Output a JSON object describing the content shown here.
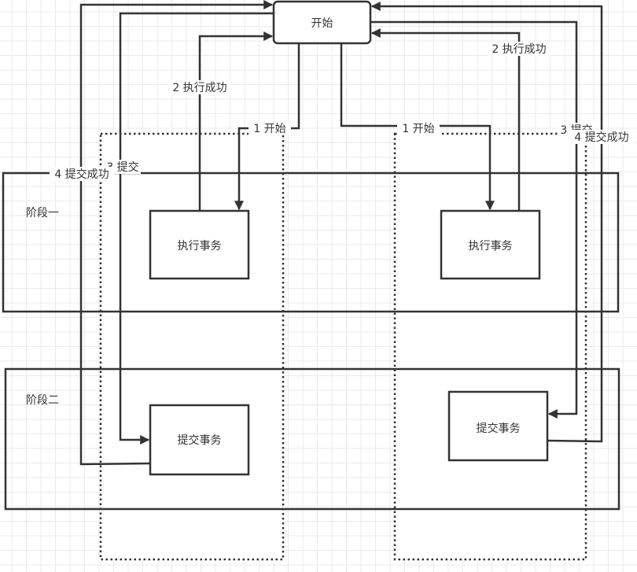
{
  "diagram": {
    "colors": {
      "stroke": "#333333",
      "text": "#333333",
      "grid": "#ebebeb",
      "background": "#ffffff"
    },
    "start_node": {
      "label": "开始"
    },
    "phases": [
      {
        "label": "阶段一"
      },
      {
        "label": "阶段二"
      }
    ],
    "participants": [
      {
        "execute_node": {
          "label": "执行事务"
        },
        "commit_node": {
          "label": "提交事务"
        },
        "edges": [
          {
            "step": "1 开始"
          },
          {
            "step": "2 执行成功"
          },
          {
            "step": "3 提交"
          },
          {
            "step": "4 提交成功"
          }
        ]
      },
      {
        "execute_node": {
          "label": "执行事务"
        },
        "commit_node": {
          "label": "提交事务"
        },
        "edges": [
          {
            "step": "1 开始"
          },
          {
            "step": "2 执行成功"
          },
          {
            "step": "3 提交"
          },
          {
            "step": "4 提交成功"
          }
        ]
      }
    ]
  }
}
